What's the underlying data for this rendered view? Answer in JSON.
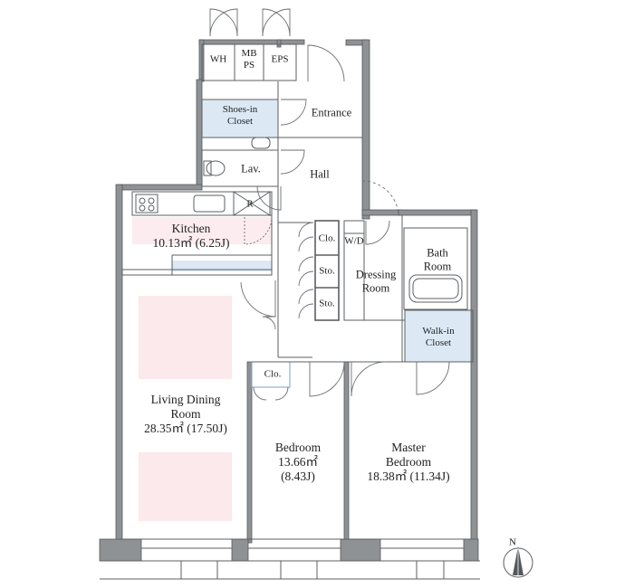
{
  "utilities": {
    "wh": "WH",
    "mbps_line1": "MB",
    "mbps_line2": "PS",
    "eps": "EPS"
  },
  "rooms": {
    "shoes_closet": {
      "line1": "Shoes-in",
      "line2": "Closet"
    },
    "entrance": "Entrance",
    "lav": "Lav.",
    "hall": "Hall",
    "refrigerator": "R",
    "kitchen": {
      "name": "Kitchen",
      "area": "10.13㎡ (6.25J)"
    },
    "closet_hall": "Clo.",
    "storage_1": "Sto.",
    "storage_2": "Sto.",
    "wd": "W/D",
    "dressing_room": {
      "line1": "Dressing",
      "line2": "Room"
    },
    "bath_room": {
      "line1": "Bath",
      "line2": "Room"
    },
    "walkin_closet": {
      "line1": "Walk-in",
      "line2": "Closet"
    },
    "closet_bedroom": "Clo.",
    "living_dining": {
      "line1": "Living Dining",
      "line2": "Room",
      "area": "28.35㎡ (17.50J)"
    },
    "bedroom": {
      "name": "Bedroom",
      "area": "13.66㎡",
      "jo": "(8.43J)"
    },
    "master_bedroom": {
      "line1": "Master",
      "line2": "Bedroom",
      "area": "18.38㎡ (11.34J)"
    }
  },
  "compass": {
    "letter": "N"
  },
  "colors": {
    "wall": "#8f9294",
    "wall_dark": "#55595c",
    "line": "#5b5f62",
    "closet_blue": "#dce9f5",
    "living_pink": "#fbe9ec"
  }
}
